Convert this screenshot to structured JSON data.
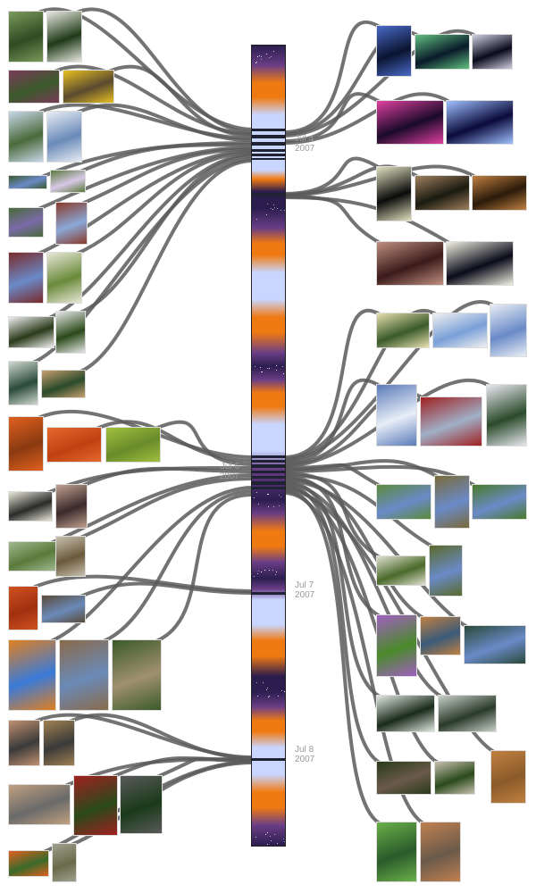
{
  "timeline": {
    "dates": [
      {
        "id": "jul4",
        "month": "Jul",
        "day": "4",
        "year": "2007"
      },
      {
        "id": "jul6",
        "month": "Jul",
        "day": "6",
        "year": "2007"
      },
      {
        "id": "jul7",
        "month": "Jul",
        "day": "7",
        "year": "2007"
      },
      {
        "id": "jul8",
        "month": "Jul",
        "day": "8",
        "year": "2007"
      }
    ]
  },
  "colors": {
    "curve": "#5a5a5a",
    "night": "#2b1d4e",
    "dusk": "#6a3e86",
    "orange": "#f07a12",
    "day": "#c9d6ff",
    "band": "#1e2233"
  }
}
